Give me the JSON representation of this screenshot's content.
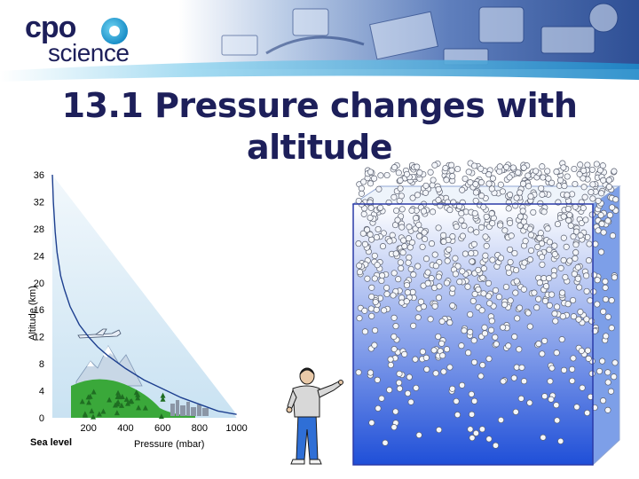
{
  "logo": {
    "line1": "cpo",
    "line2": "science"
  },
  "slide": {
    "title_line1": "13.1 Pressure changes with",
    "title_line2": "altitude"
  },
  "chart_data": {
    "type": "line",
    "xlabel": "Pressure (mbar)",
    "ylabel": "Altitude (km)",
    "x_tick_labels": [
      "200",
      "400",
      "600",
      "800",
      "1000"
    ],
    "y_tick_labels": [
      "0",
      "4",
      "8",
      "12",
      "16",
      "20",
      "24",
      "28",
      "32",
      "36"
    ],
    "xlim": [
      0,
      1050
    ],
    "ylim": [
      0,
      36
    ],
    "sea_level_label": "Sea level",
    "series": [
      {
        "values": [
          {
            "x": 1000,
            "y": 0.5
          },
          {
            "x": 900,
            "y": 1
          },
          {
            "x": 800,
            "y": 2
          },
          {
            "x": 700,
            "y": 3
          },
          {
            "x": 600,
            "y": 4.3
          },
          {
            "x": 500,
            "y": 5.6
          },
          {
            "x": 400,
            "y": 7.3
          },
          {
            "x": 300,
            "y": 9.3
          },
          {
            "x": 250,
            "y": 10.5
          },
          {
            "x": 200,
            "y": 12
          },
          {
            "x": 150,
            "y": 13.8
          },
          {
            "x": 100,
            "y": 16.5
          },
          {
            "x": 70,
            "y": 19
          },
          {
            "x": 50,
            "y": 21
          },
          {
            "x": 30,
            "y": 24.5
          },
          {
            "x": 20,
            "y": 27.5
          },
          {
            "x": 10,
            "y": 32
          },
          {
            "x": 5,
            "y": 36
          }
        ]
      }
    ],
    "colors": {
      "curve": "#1d3f8f",
      "sky": "#d6eaf5",
      "grass": "#3aa83a",
      "text": "#000000"
    }
  },
  "box_colors": {
    "top": "#ffffff",
    "bottom": "#1f4fd8",
    "edge": "#2a3aa8"
  }
}
